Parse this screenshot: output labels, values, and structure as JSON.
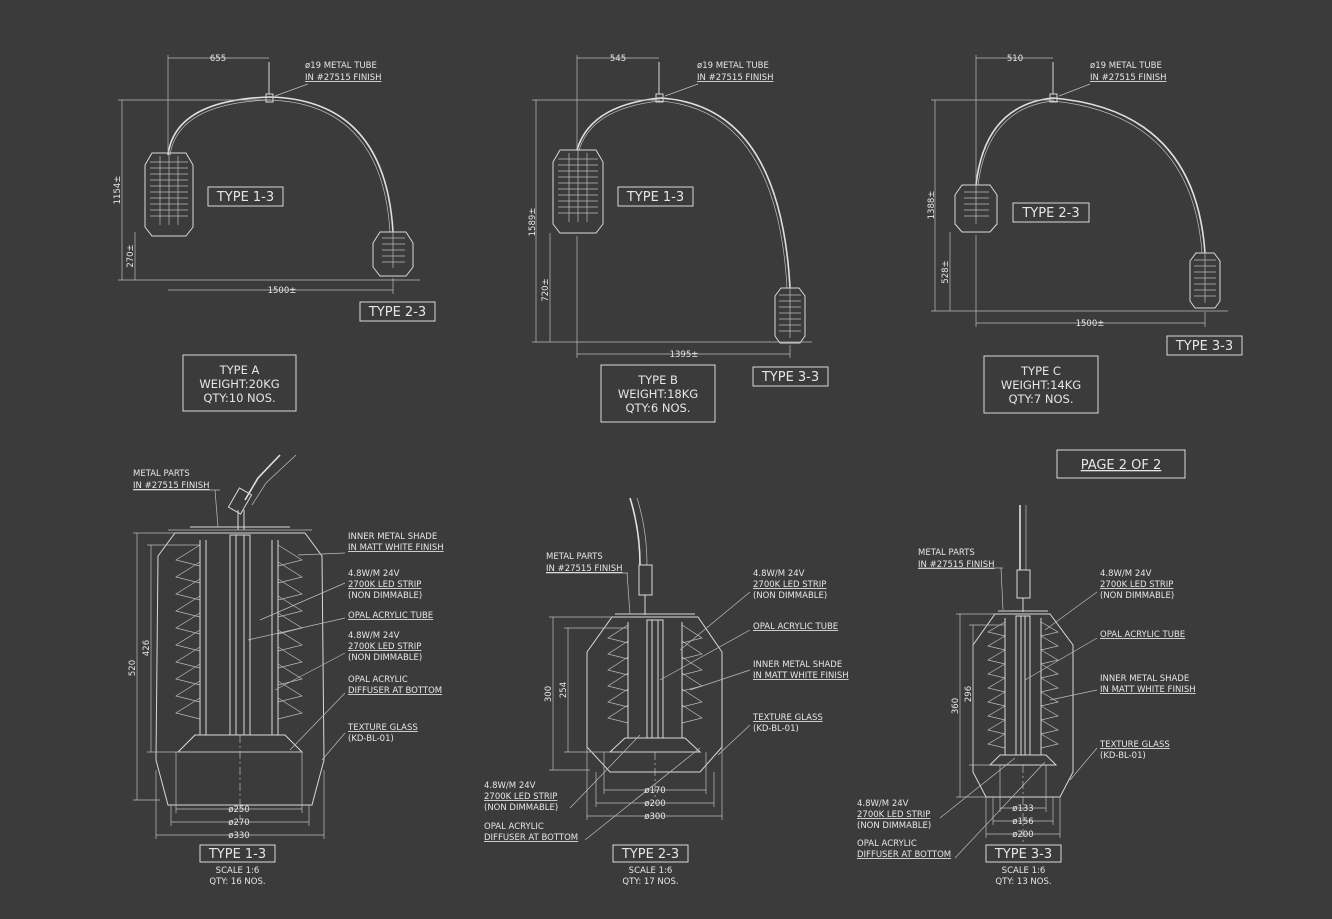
{
  "tube_note": {
    "line1": "ø19 METAL TUBE",
    "line2": "IN #27515 FINISH"
  },
  "top": {
    "a": {
      "dim_top": "655",
      "dim_height": "1154±",
      "dim_low": "270±",
      "dim_span": "1500±",
      "label_left": "TYPE 1-3",
      "label_right": "TYPE 2-3",
      "info": [
        "TYPE A",
        "WEIGHT:20KG",
        "QTY:10 NOS."
      ]
    },
    "b": {
      "dim_top": "545",
      "dim_height": "1589±",
      "dim_low": "720±",
      "dim_span": "1395±",
      "label_left": "TYPE 1-3",
      "label_right": "TYPE 3-3",
      "info": [
        "TYPE B",
        "WEIGHT:18KG",
        "QTY:6 NOS."
      ]
    },
    "c": {
      "dim_top": "510",
      "dim_height": "1388±",
      "dim_low": "528±",
      "dim_span": "1500±",
      "label_left": "TYPE 2-3",
      "label_right": "TYPE 3-3",
      "info": [
        "TYPE C",
        "WEIGHT:14KG",
        "QTY:7 NOS."
      ]
    }
  },
  "page_label": "PAGE 2 OF 2",
  "details": {
    "d1": {
      "metal_parts": [
        "METAL PARTS",
        "IN #27515 FINISH"
      ],
      "notes": [
        [
          "INNER METAL SHADE",
          "IN MATT WHITE FINISH"
        ],
        [
          "4.8W/M 24V",
          "2700K LED STRIP",
          "(NON DIMMABLE)"
        ],
        [
          "OPAL ACRYLIC TUBE"
        ],
        [
          "4.8W/M 24V",
          "2700K LED STRIP",
          "(NON DIMMABLE)"
        ],
        [
          "OPAL ACRYLIC",
          "DIFFUSER AT BOTTOM"
        ],
        [
          "TEXTURE GLASS",
          "(KD-BL-01)"
        ]
      ],
      "dims_v": [
        "520",
        "426"
      ],
      "dims_h": [
        "ø250",
        "ø270",
        "ø330"
      ],
      "label": "TYPE 1-3",
      "scale": "SCALE 1:6",
      "qty": "QTY: 16 NOS."
    },
    "d2": {
      "metal_parts": [
        "METAL PARTS",
        "IN #27515 FINISH"
      ],
      "notes": [
        [
          "4.8W/M 24V",
          "2700K LED STRIP",
          "(NON DIMMABLE)"
        ],
        [
          "OPAL ACRYLIC TUBE"
        ],
        [
          "INNER METAL SHADE",
          "IN MATT WHITE FINISH"
        ],
        [
          "TEXTURE GLASS",
          "(KD-BL-01)"
        ]
      ],
      "notes_left": [
        [
          "4.8W/M 24V",
          "2700K LED STRIP",
          "(NON DIMMABLE)"
        ],
        [
          "OPAL ACRYLIC",
          "DIFFUSER AT BOTTOM"
        ]
      ],
      "dims_v": [
        "300",
        "254"
      ],
      "dims_h": [
        "ø170",
        "ø200",
        "ø300"
      ],
      "label": "TYPE 2-3",
      "scale": "SCALE 1:6",
      "qty": "QTY: 17 NOS."
    },
    "d3": {
      "metal_parts": [
        "METAL PARTS",
        "IN #27515 FINISH"
      ],
      "notes": [
        [
          "4.8W/M 24V",
          "2700K LED STRIP",
          "(NON DIMMABLE)"
        ],
        [
          "OPAL ACRYLIC TUBE"
        ],
        [
          "INNER METAL SHADE",
          "IN MATT WHITE FINISH"
        ],
        [
          "TEXTURE GLASS",
          "(KD-BL-01)"
        ]
      ],
      "notes_left": [
        [
          "4.8W/M 24V",
          "2700K LED STRIP",
          "(NON DIMMABLE)"
        ],
        [
          "OPAL ACRYLIC",
          "DIFFUSER AT BOTTOM"
        ]
      ],
      "dims_v": [
        "360",
        "296"
      ],
      "dims_h": [
        "ø133",
        "ø156",
        "ø200"
      ],
      "label": "TYPE 3-3",
      "scale": "SCALE 1:6",
      "qty": "QTY: 13 NOS."
    }
  }
}
